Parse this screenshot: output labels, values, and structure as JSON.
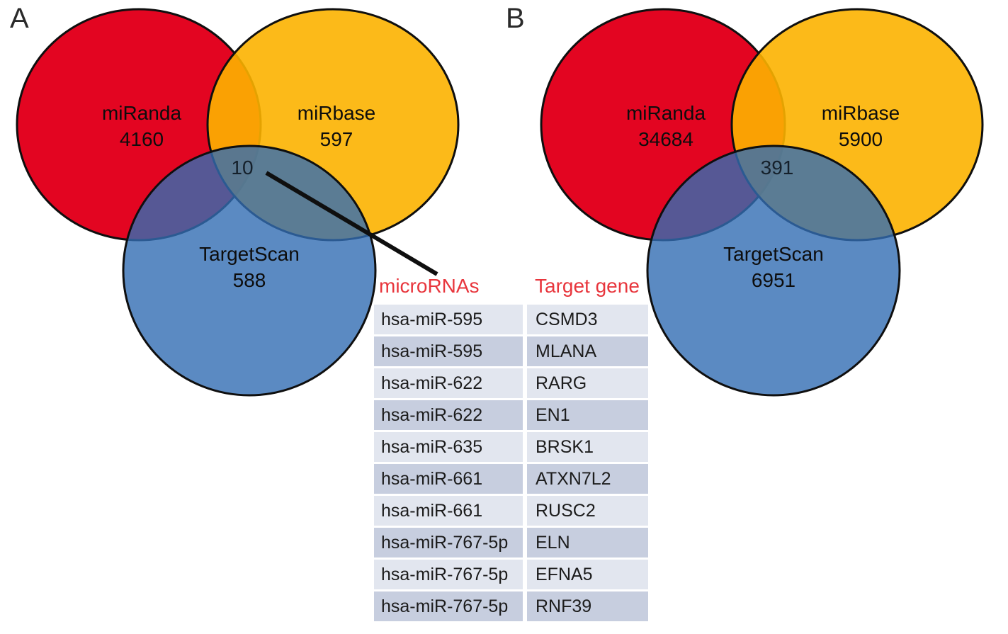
{
  "figure": {
    "type": "venn-diagram-figure",
    "description": "Two 3-set Venn diagrams (A and B) of predicted microRNA target overlaps between miRanda, miRbase and TargetScan, with a callout table listing the 10 microRNA/target-gene pairs from the panel A triple intersection"
  },
  "panels": {
    "a": {
      "label": "A",
      "sets": [
        {
          "name": "miRanda",
          "value": "4160",
          "color": "#e30521"
        },
        {
          "name": "miRbase",
          "value": "597",
          "color": "#fcbb17"
        },
        {
          "name": "TargetScan",
          "value": "588",
          "color": "#5b8ac2"
        }
      ],
      "intersection": "10"
    },
    "b": {
      "label": "B",
      "sets": [
        {
          "name": "miRanda",
          "value": "34684",
          "color": "#e30521"
        },
        {
          "name": "miRbase",
          "value": "5900",
          "color": "#fcbb17"
        },
        {
          "name": "TargetScan",
          "value": "6951",
          "color": "#5b8ac2"
        }
      ],
      "intersection": "391"
    }
  },
  "chart_data": [
    {
      "type": "venn",
      "title": "A",
      "sets": [
        "miRanda",
        "miRbase",
        "TargetScan"
      ],
      "values": {
        "miRanda": 4160,
        "miRbase": 597,
        "TargetScan": 588,
        "miRanda∩miRbase∩TargetScan": 10
      },
      "annotation": "triple intersection (10) connected by a line to the microRNAs / Target gene table"
    },
    {
      "type": "venn",
      "title": "B",
      "sets": [
        "miRanda",
        "miRbase",
        "TargetScan"
      ],
      "values": {
        "miRanda": 34684,
        "miRbase": 5900,
        "TargetScan": 6951,
        "miRanda∩miRbase∩TargetScan": 391
      }
    },
    {
      "type": "table",
      "columns": [
        "microRNAs",
        "Target gene"
      ],
      "rows": [
        [
          "hsa-miR-595",
          "CSMD3"
        ],
        [
          "hsa-miR-595",
          "MLANA"
        ],
        [
          "hsa-miR-622",
          "RARG"
        ],
        [
          "hsa-miR-622",
          "EN1"
        ],
        [
          "hsa-miR-635",
          "BRSK1"
        ],
        [
          "hsa-miR-661",
          "ATXN7L2"
        ],
        [
          "hsa-miR-661",
          "RUSC2"
        ],
        [
          "hsa-miR-767-5p",
          "ELN"
        ],
        [
          "hsa-miR-767-5p",
          "EFNA5"
        ],
        [
          "hsa-miR-767-5p",
          "RNF39"
        ]
      ]
    }
  ],
  "table": {
    "headers": {
      "mirna": "microRNAs",
      "gene": "Target gene"
    },
    "rows": [
      {
        "mirna": "hsa-miR-595",
        "gene": "CSMD3"
      },
      {
        "mirna": "hsa-miR-595",
        "gene": "MLANA"
      },
      {
        "mirna": "hsa-miR-622",
        "gene": "RARG"
      },
      {
        "mirna": "hsa-miR-622",
        "gene": "EN1"
      },
      {
        "mirna": "hsa-miR-635",
        "gene": "BRSK1"
      },
      {
        "mirna": "hsa-miR-661",
        "gene": "ATXN7L2"
      },
      {
        "mirna": "hsa-miR-661",
        "gene": "RUSC2"
      },
      {
        "mirna": "hsa-miR-767-5p",
        "gene": "ELN"
      },
      {
        "mirna": "hsa-miR-767-5p",
        "gene": "EFNA5"
      },
      {
        "mirna": "hsa-miR-767-5p",
        "gene": "RNF39"
      }
    ]
  },
  "colors": {
    "miranda_red": "#e30521",
    "mirbase_yellow": "#fcbb17",
    "targetscan_blue": "#5b8ac2",
    "overlap_orange": "#f4a40e",
    "overlap_purple": "#5a5c96",
    "overlap_slate": "#5f84a4",
    "table_header_red": "#e8363d",
    "table_row_light": "#e2e6ef",
    "table_row_dark": "#c7cedf",
    "outline_black": "#0f0f0f"
  }
}
